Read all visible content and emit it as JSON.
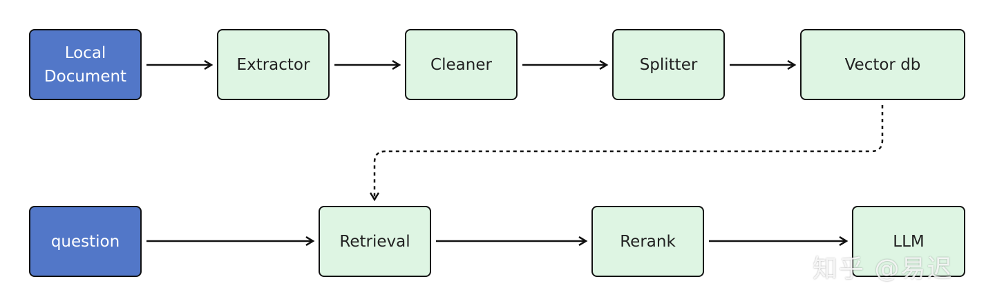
{
  "colors": {
    "source_fill": "#5277c8",
    "stage_fill": "#def5e3",
    "stroke": "#111111"
  },
  "nodes": {
    "local_document": {
      "line1": "Local",
      "line2": "Document"
    },
    "extractor": {
      "label": "Extractor"
    },
    "cleaner": {
      "label": "Cleaner"
    },
    "splitter": {
      "label": "Splitter"
    },
    "vector_db": {
      "label": "Vector db"
    },
    "question": {
      "label": "question"
    },
    "retrieval": {
      "label": "Retrieval"
    },
    "rerank": {
      "label": "Rerank"
    },
    "llm": {
      "label": "LLM"
    }
  },
  "edges": [
    {
      "from": "Local Document",
      "to": "Extractor",
      "style": "solid"
    },
    {
      "from": "Extractor",
      "to": "Cleaner",
      "style": "solid"
    },
    {
      "from": "Cleaner",
      "to": "Splitter",
      "style": "solid"
    },
    {
      "from": "Splitter",
      "to": "Vector db",
      "style": "solid"
    },
    {
      "from": "Vector db",
      "to": "Retrieval",
      "style": "dashed"
    },
    {
      "from": "question",
      "to": "Retrieval",
      "style": "solid"
    },
    {
      "from": "Retrieval",
      "to": "Rerank",
      "style": "solid"
    },
    {
      "from": "Rerank",
      "to": "LLM",
      "style": "solid"
    }
  ],
  "watermark": "知乎 @易迟"
}
